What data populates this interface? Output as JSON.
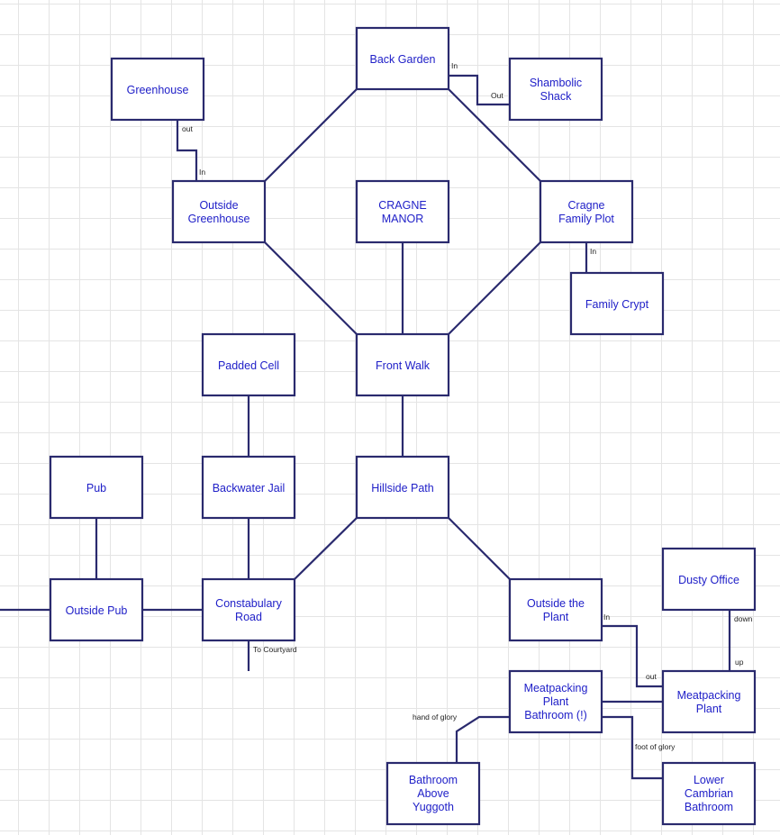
{
  "rooms": {
    "back_garden": "Back Garden",
    "shambolic_shack": [
      "Shambolic",
      "Shack"
    ],
    "greenhouse": "Greenhouse",
    "outside_greenhouse": [
      "Outside",
      "Greenhouse"
    ],
    "cragne_manor": [
      "CRAGNE",
      "MANOR"
    ],
    "cragne_family_plot": [
      "Cragne",
      "Family Plot"
    ],
    "family_crypt": "Family Crypt",
    "padded_cell": "Padded Cell",
    "front_walk": "Front Walk",
    "pub": "Pub",
    "backwater_jail": "Backwater Jail",
    "hillside_path": "Hillside Path",
    "dusty_office": "Dusty Office",
    "outside_pub": "Outside Pub",
    "constabulary_road": [
      "Constabulary",
      "Road"
    ],
    "outside_the_plant": [
      "Outside the",
      "Plant"
    ],
    "meatpacking_plant_bathroom": [
      "Meatpacking",
      "Plant",
      "Bathroom (!)"
    ],
    "meatpacking_plant": [
      "Meatpacking",
      "Plant"
    ],
    "bathroom_above_yuggoth": [
      "Bathroom",
      "Above",
      "Yuggoth"
    ],
    "lower_cambrian_bathroom": [
      "Lower",
      "Cambrian",
      "Bathroom"
    ]
  },
  "connection_labels": {
    "back_garden_in": "In",
    "shack_out": "Out",
    "greenhouse_out": "out",
    "outside_greenhouse_in": "In",
    "family_plot_in": "In",
    "to_courtyard": "To Courtyard",
    "outside_plant_in": "In",
    "meatpacking_out": "out",
    "dusty_office_down": "down",
    "meatpacking_up": "up",
    "hand_of_glory": "hand of glory",
    "foot_of_glory": "foot of glory"
  },
  "colors": {
    "box_border": "#2a2a6e",
    "room_text": "#2020c8",
    "line": "#2a2a6e",
    "grid": "#e4e4e4"
  }
}
